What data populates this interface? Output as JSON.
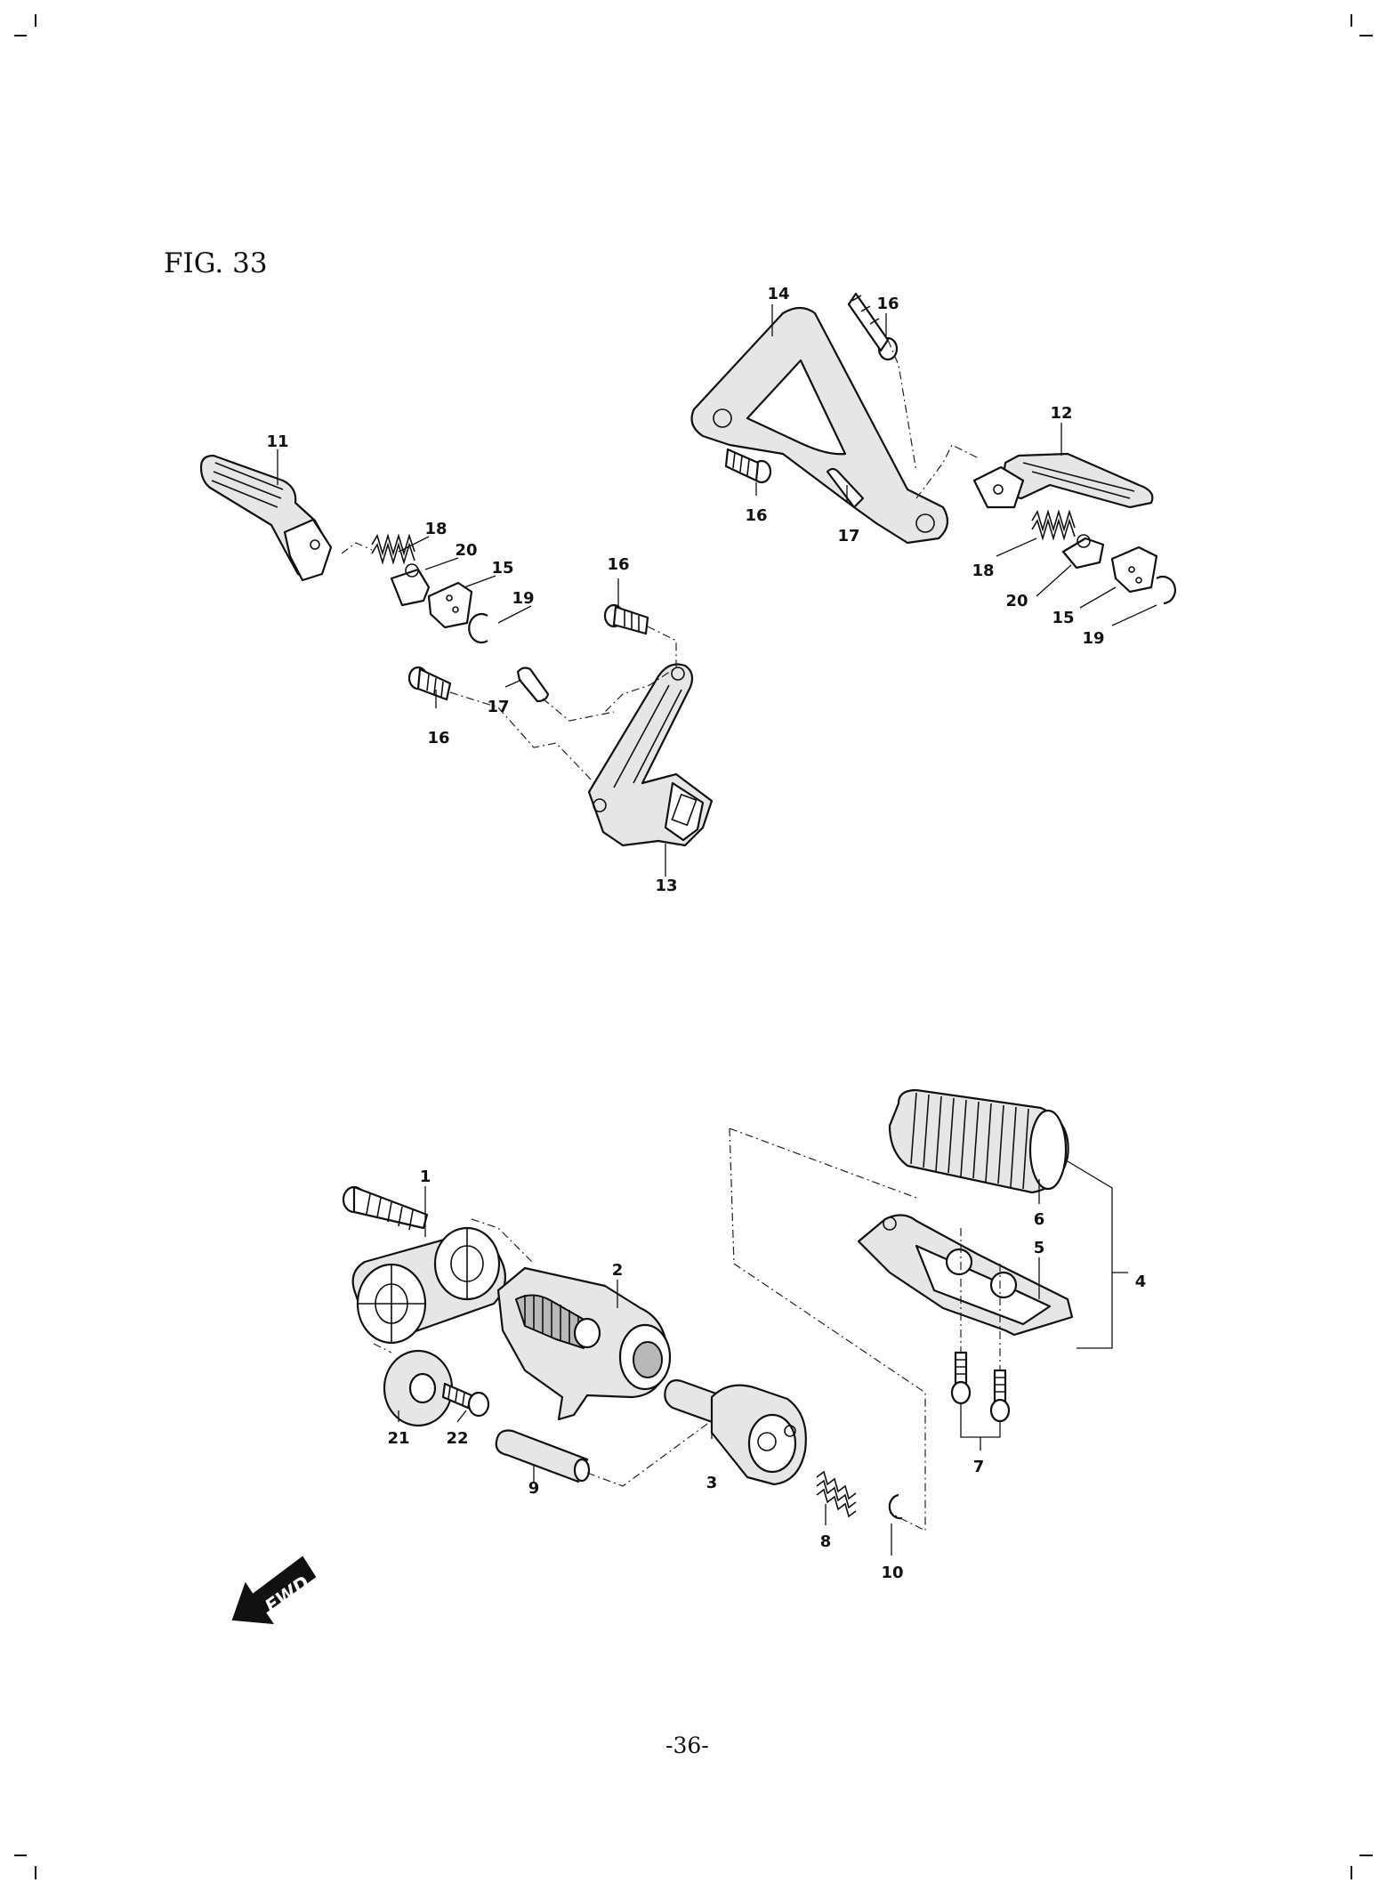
{
  "figure": {
    "title": "FIG. 33",
    "page_number": "-36-"
  },
  "direction_arrow": {
    "label": "FWD"
  },
  "callouts": {
    "c1": "1",
    "c2": "2",
    "c3": "3",
    "c4": "4",
    "c5": "5",
    "c6": "6",
    "c7": "7",
    "c8": "8",
    "c9": "9",
    "c10": "10",
    "c11": "11",
    "c12": "12",
    "c13": "13",
    "c14": "14",
    "c15a": "15",
    "c15b": "15",
    "c16a": "16",
    "c16b": "16",
    "c16c": "16",
    "c16d": "16",
    "c17a": "17",
    "c17b": "17",
    "c18a": "18",
    "c18b": "18",
    "c19a": "19",
    "c19b": "19",
    "c20a": "20",
    "c20b": "20",
    "c21": "21",
    "c22": "22"
  }
}
